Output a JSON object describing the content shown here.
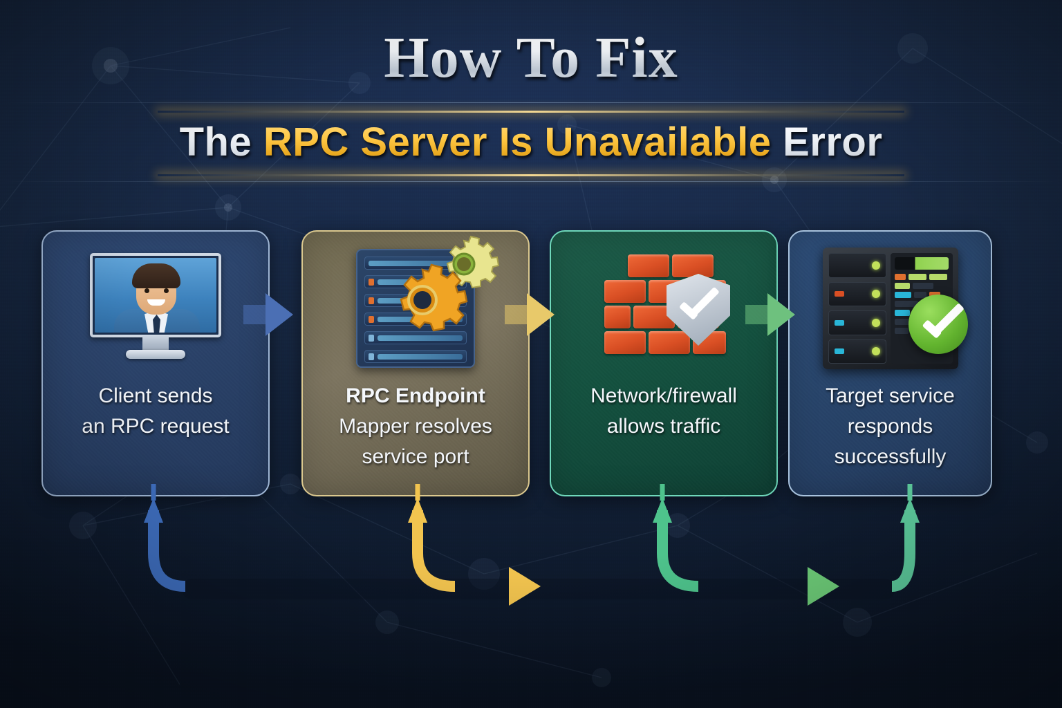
{
  "title": {
    "line1": "How To Fix",
    "line2_parts": [
      {
        "text": "The ",
        "style": "white"
      },
      {
        "text": "RPC Server Is Unavailable",
        "style": "gold"
      },
      {
        "text": " Error",
        "style": "white"
      }
    ],
    "line2_plain": "The RPC Server Is Unavailable Error"
  },
  "steps": [
    {
      "id": "step-1",
      "icon": "desktop-monitor-user-icon",
      "caption_bold": "",
      "caption_lines": [
        "Client sends",
        "an RPC request"
      ],
      "caption_full": "Client sends an RPC request",
      "accent": "#4b6fb4",
      "border_color": "#9fb6d4",
      "fill_color": "#2a4269"
    },
    {
      "id": "step-2",
      "icon": "server-rack-gears-icon",
      "caption_bold": "RPC Endpoint",
      "caption_lines": [
        "Mapper resolves",
        "service port"
      ],
      "caption_full": "RPC Endpoint Mapper resolves service port",
      "accent": "#e8c96a",
      "border_color": "#dcc98f",
      "fill_color": "#7d7560"
    },
    {
      "id": "step-3",
      "icon": "firewall-brickwall-shield-icon",
      "caption_bold": "",
      "caption_lines": [
        "Network/firewall",
        "allows traffic"
      ],
      "caption_full": "Network/firewall allows traffic",
      "accent": "#6ec17e",
      "border_color": "#6fd8bb",
      "fill_color": "#14513f"
    },
    {
      "id": "step-4",
      "icon": "server-cabinet-check-icon",
      "caption_bold": "",
      "caption_lines": [
        "Target service",
        "responds",
        "successfully"
      ],
      "caption_full": "Target service responds successfully",
      "accent": "#5fc69a",
      "border_color": "#a9c3de",
      "fill_color": "#28456b"
    }
  ],
  "connectors": {
    "between_cards": [
      {
        "name": "arrow-step1-to-step2",
        "color": "#4b6fb4"
      },
      {
        "name": "arrow-step2-to-step3",
        "color": "#e8c96a"
      },
      {
        "name": "arrow-step3-to-step4",
        "color": "#6ec17e"
      }
    ],
    "bottom_rail": {
      "name": "flow-return-rail",
      "gradient_stops": [
        "#3f6fc0",
        "#e8c055",
        "#6fcf7a",
        "#5fc69a"
      ]
    }
  },
  "palette": {
    "background_dark": "#0e1a2d",
    "background_mid": "#1d3157",
    "gold": "#ffc845",
    "white_text": "#f4f7fb",
    "divider_glow": "#ffc446"
  }
}
